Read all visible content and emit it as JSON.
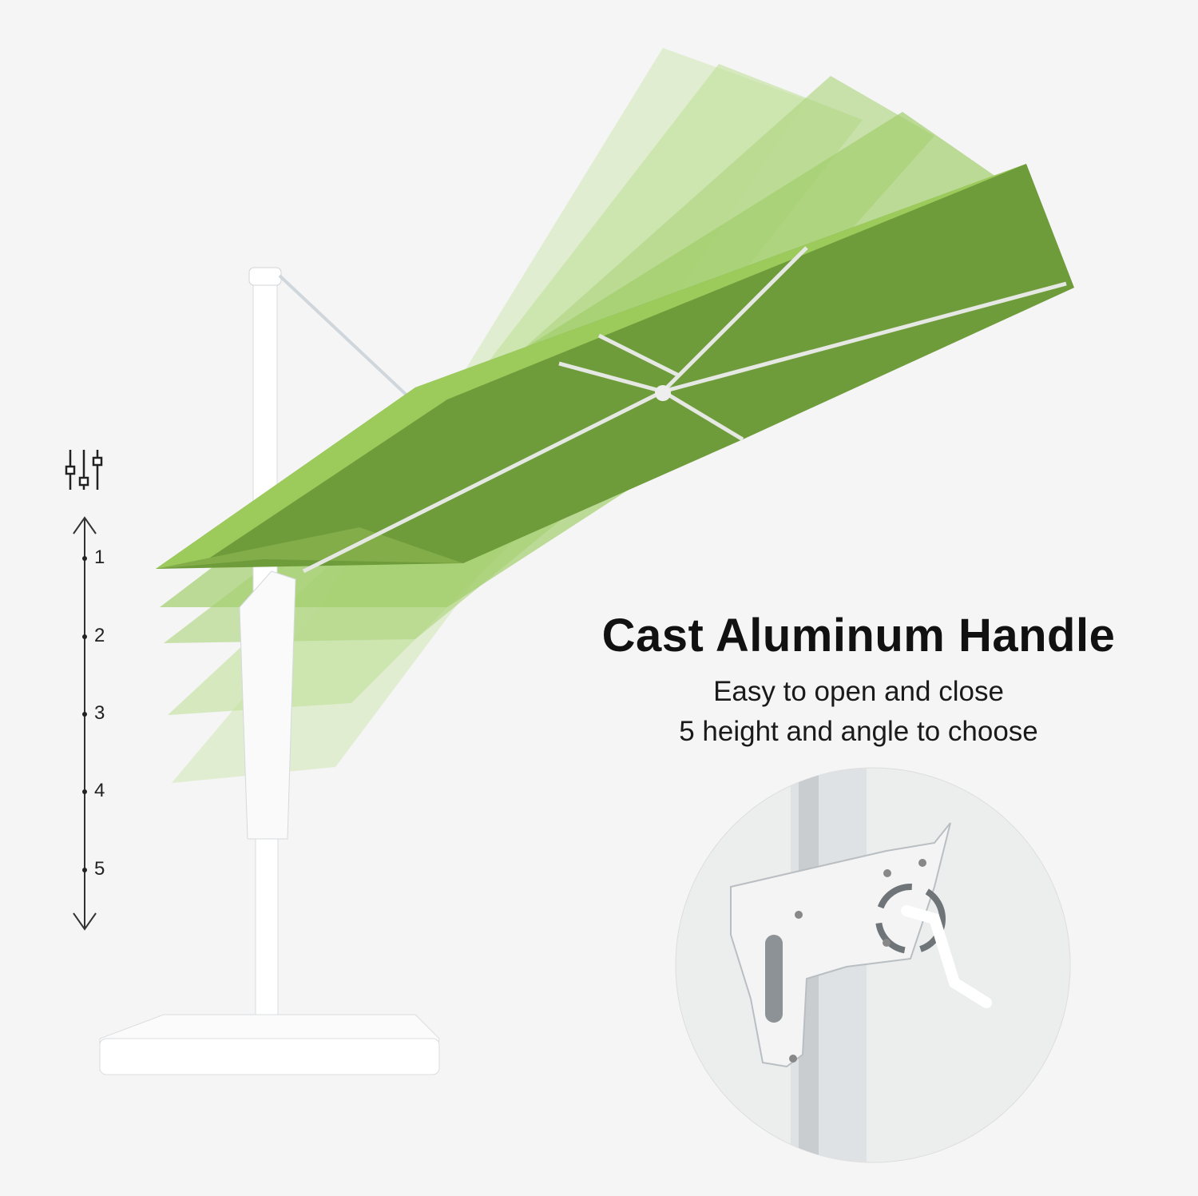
{
  "heading": "Cast Aluminum Handle",
  "lines": [
    "Easy to open and close",
    "5 height and angle to choose"
  ],
  "scale": {
    "icon": "adjust-sliders-icon",
    "levels": [
      "1",
      "2",
      "3",
      "4",
      "5"
    ]
  },
  "colors": {
    "background": "#f5f5f5",
    "canopy_top": "#9cc95a",
    "canopy_under": "#6e9a3a",
    "frame": "#f2f2f0"
  }
}
